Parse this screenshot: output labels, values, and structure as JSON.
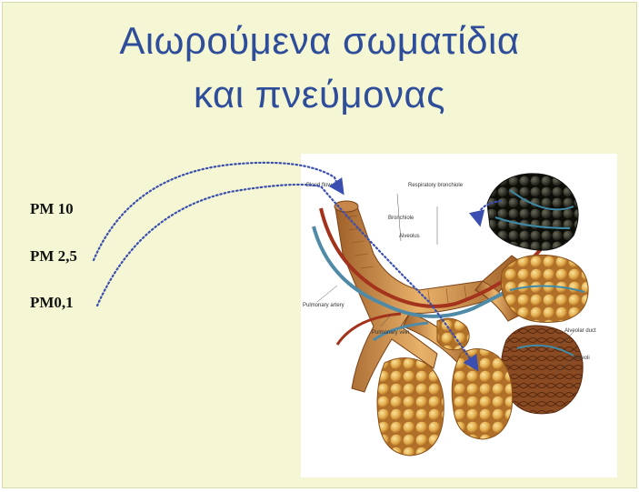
{
  "title": {
    "line1": "Αιωρούμενα σωματίδια",
    "line2": "και πνεύμονας"
  },
  "particles": [
    {
      "label": "PM 10"
    },
    {
      "label": "PM 2,5"
    },
    {
      "label": "PM0,1"
    }
  ],
  "illustration": {
    "labels": {
      "blood_flow": "Blood flow",
      "respiratory_bronchiole": "Respiratory bronchiole",
      "bronchiole": "Bronchiole",
      "alveolus": "Alveolus",
      "pulmonary_artery": "Pulmonary artery",
      "pulmonary_vein": "Pulmonary vein",
      "alveolar_duct": "Alveolar duct",
      "alveoli": "Alveoli"
    }
  },
  "colors": {
    "background": "#f5f6d3",
    "title": "#2e4d9a",
    "dotted_path": "#3a4fb0"
  }
}
